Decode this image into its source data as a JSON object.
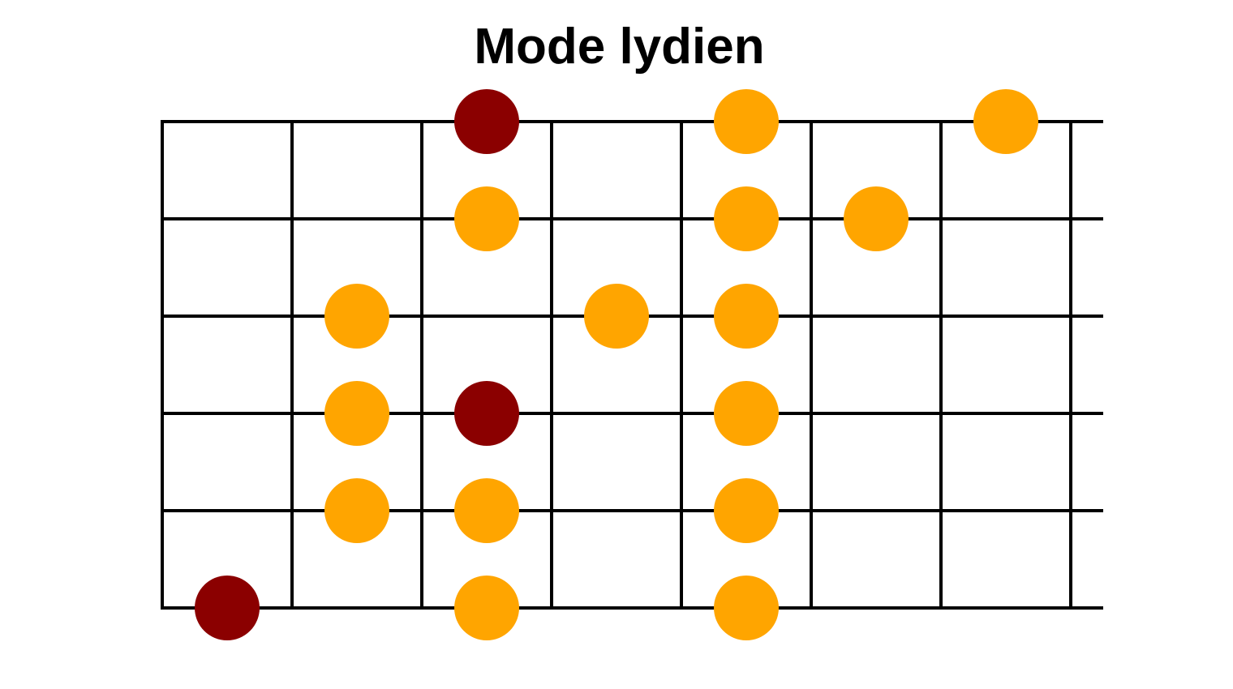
{
  "title": "Mode lydien",
  "fretboard": {
    "strings": 6,
    "frets": 7,
    "line_color": "#000000",
    "notes": [
      {
        "string": 1,
        "fret": 3,
        "type": "root"
      },
      {
        "string": 1,
        "fret": 5,
        "type": "scale"
      },
      {
        "string": 1,
        "fret": 7,
        "type": "scale"
      },
      {
        "string": 2,
        "fret": 3,
        "type": "scale"
      },
      {
        "string": 2,
        "fret": 5,
        "type": "scale"
      },
      {
        "string": 2,
        "fret": 6,
        "type": "scale"
      },
      {
        "string": 3,
        "fret": 2,
        "type": "scale"
      },
      {
        "string": 3,
        "fret": 4,
        "type": "scale"
      },
      {
        "string": 3,
        "fret": 5,
        "type": "scale"
      },
      {
        "string": 4,
        "fret": 2,
        "type": "scale"
      },
      {
        "string": 4,
        "fret": 3,
        "type": "root"
      },
      {
        "string": 4,
        "fret": 5,
        "type": "scale"
      },
      {
        "string": 5,
        "fret": 2,
        "type": "scale"
      },
      {
        "string": 5,
        "fret": 3,
        "type": "scale"
      },
      {
        "string": 5,
        "fret": 5,
        "type": "scale"
      },
      {
        "string": 6,
        "fret": 1,
        "type": "root"
      },
      {
        "string": 6,
        "fret": 3,
        "type": "scale"
      },
      {
        "string": 6,
        "fret": 5,
        "type": "scale"
      }
    ],
    "colors": {
      "root": "#8b0000",
      "scale": "#ffa500"
    }
  }
}
